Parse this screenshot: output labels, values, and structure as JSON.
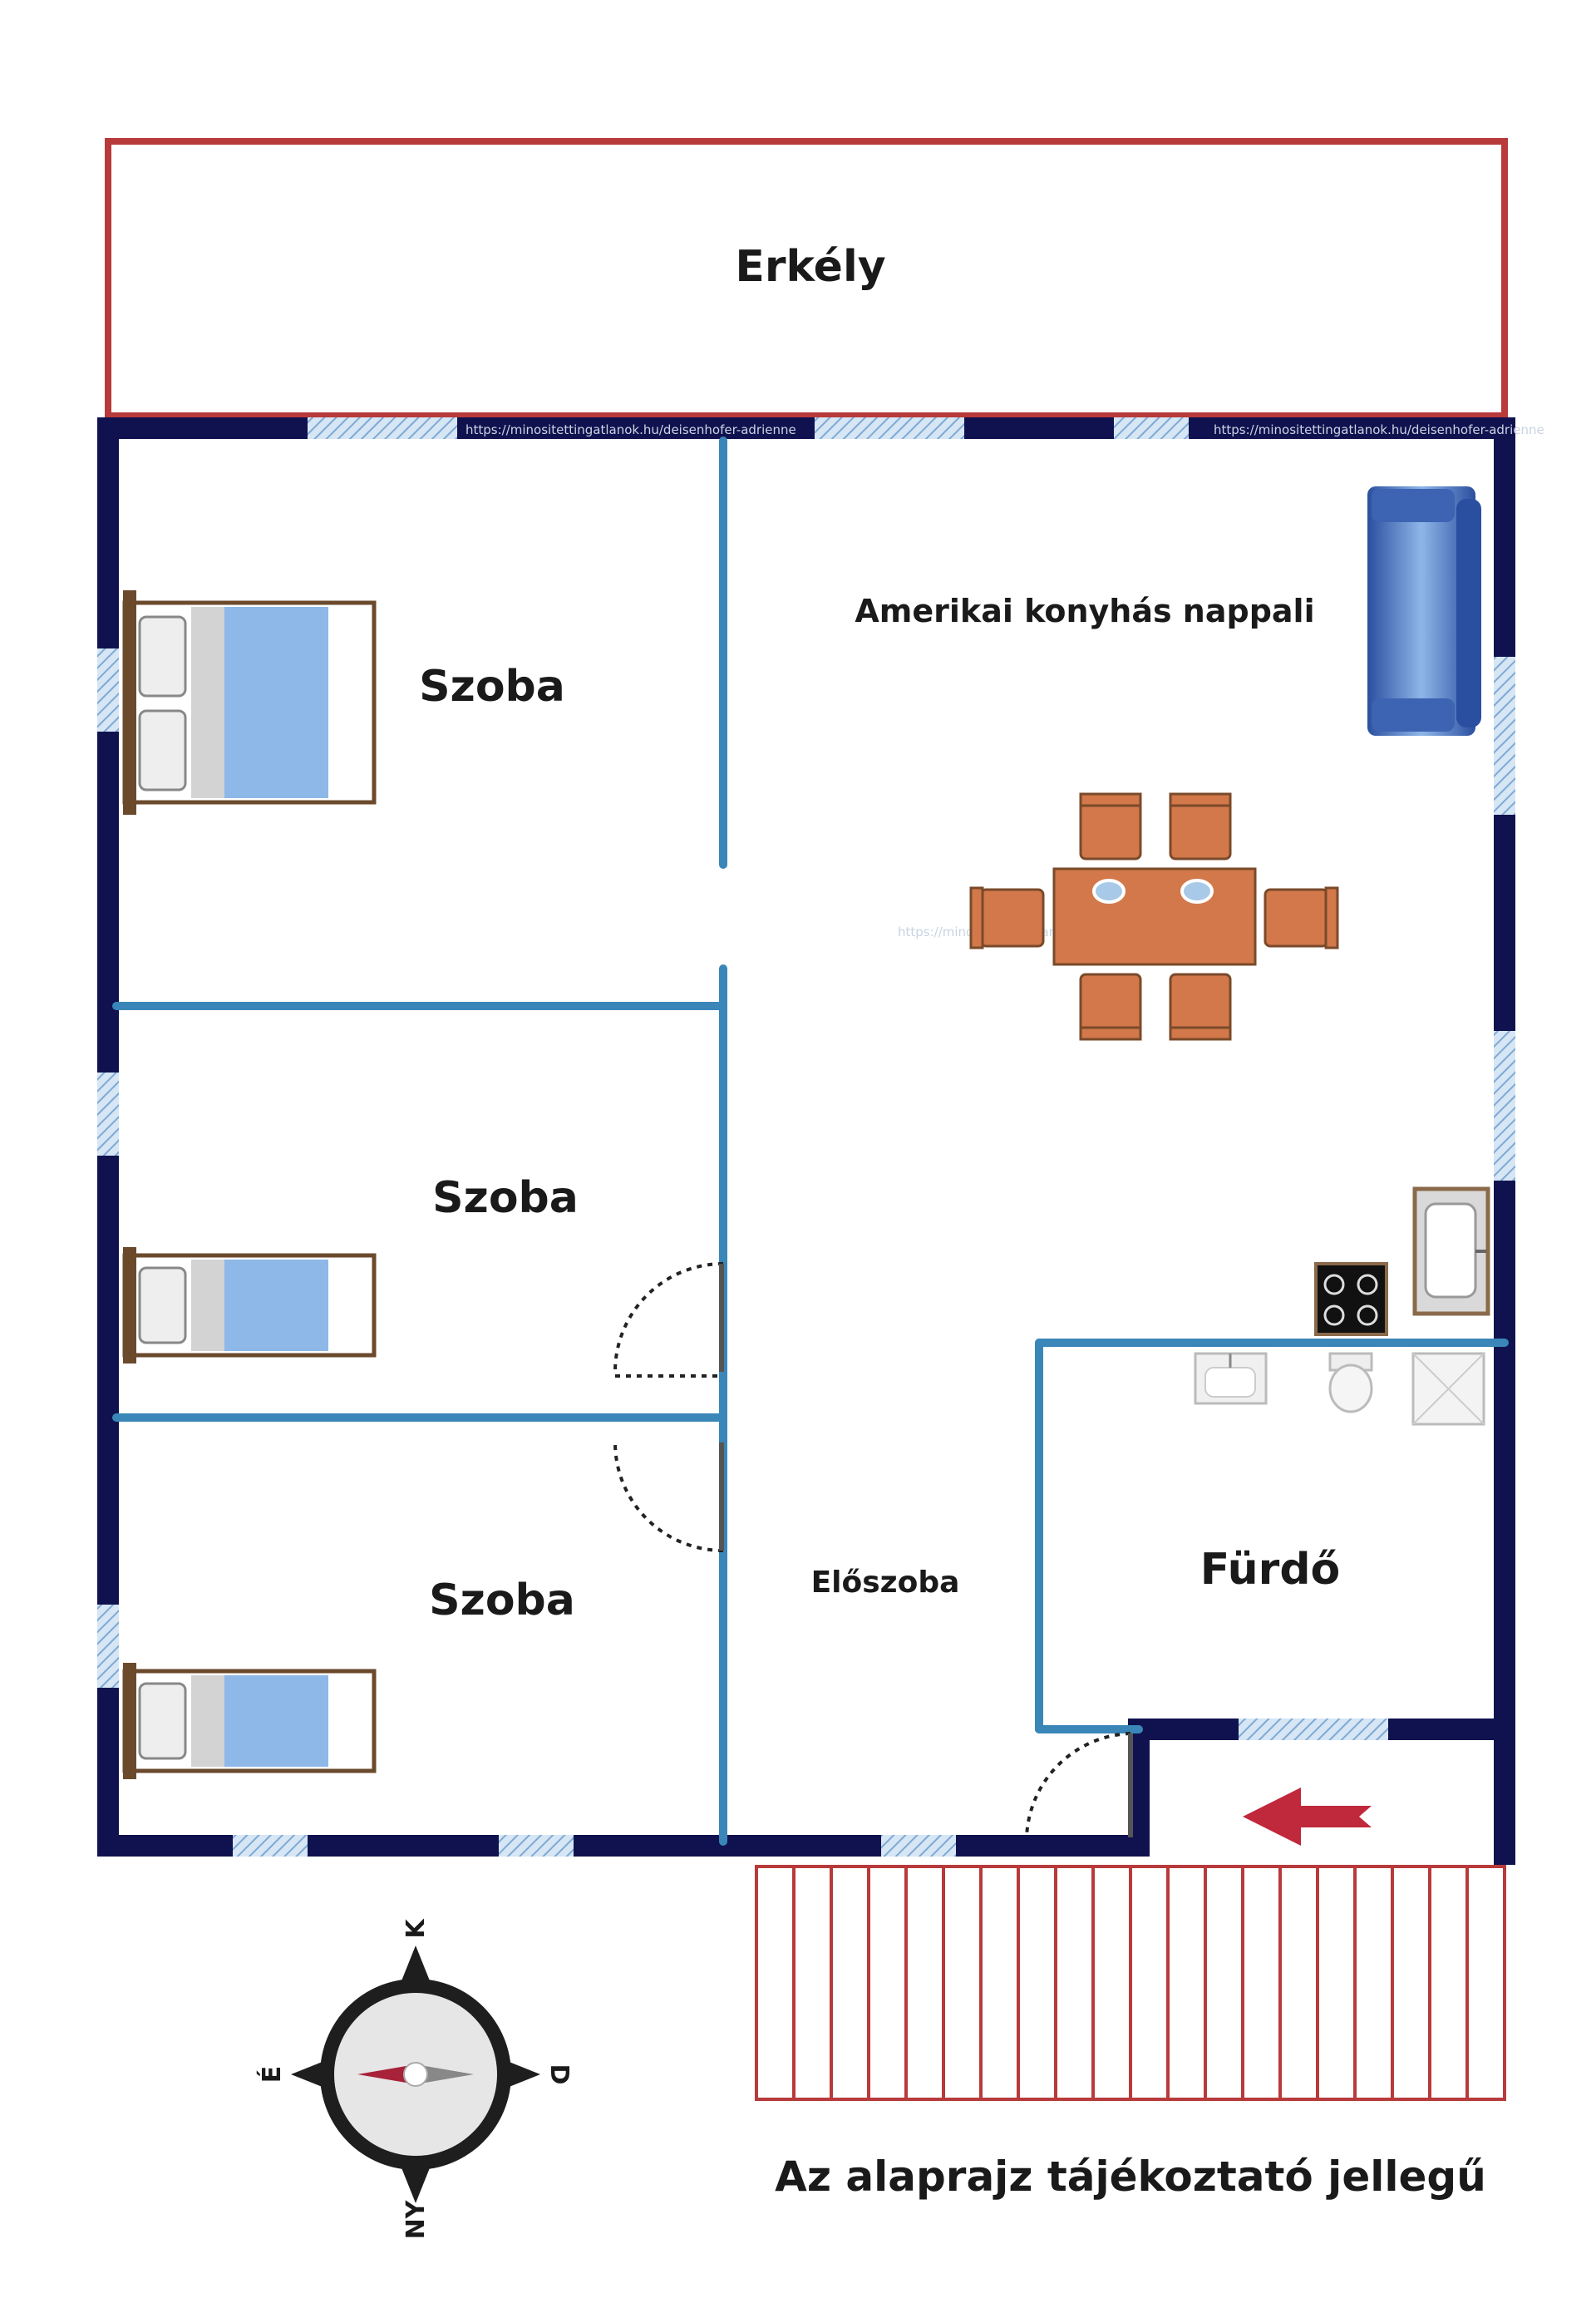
{
  "rooms": {
    "balcony": "Erkély",
    "bedroom1": "Szoba",
    "bedroom2": "Szoba",
    "bedroom3": "Szoba",
    "living": "Amerikai konyhás nappali",
    "hall": "Előszoba",
    "bath": "Fürdő"
  },
  "compass": {
    "north": "K",
    "south": "NY",
    "east": "D",
    "west": "É"
  },
  "note": "Az alaprajz tájékoztató jellegű",
  "watermark": "https://minositettingatlanok.hu/deisenhofer-adrienne",
  "colors": {
    "outer_wall": "#10124f",
    "inner_wall": "#3a86b8",
    "balcony": "#b83a3a",
    "window": "#a9c8e6",
    "furniture": "#d2784a",
    "bed_blue": "#8db8e8",
    "arrow": "#c0283c"
  }
}
